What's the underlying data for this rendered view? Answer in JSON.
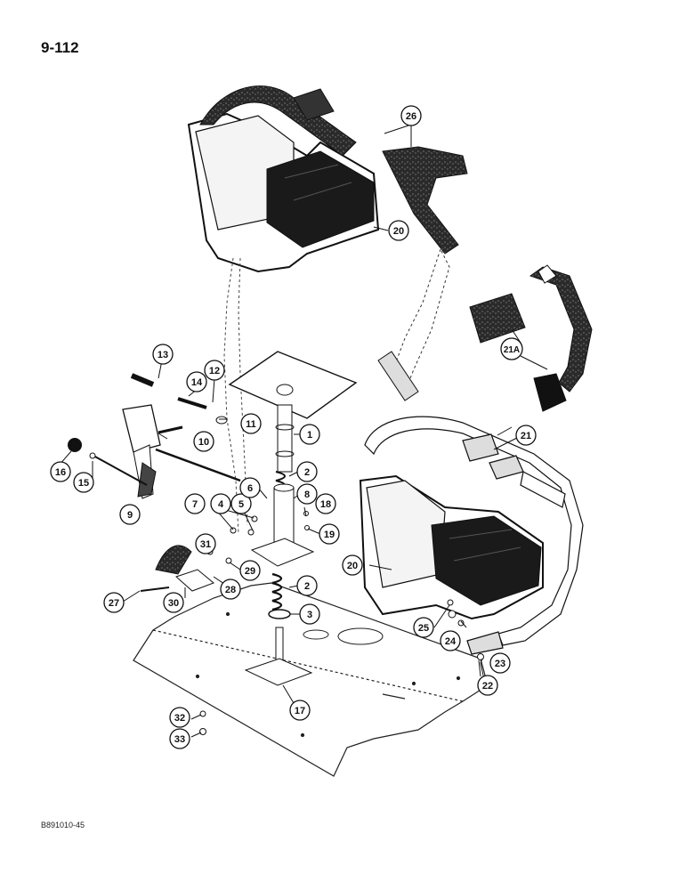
{
  "page_number": "9-112",
  "footer_code": "B891010-45",
  "callouts": [
    "1",
    "2",
    "2",
    "3",
    "4",
    "5",
    "6",
    "7",
    "8",
    "9",
    "10",
    "11",
    "12",
    "13",
    "14",
    "15",
    "16",
    "17",
    "18",
    "19",
    "20",
    "20",
    "21",
    "21A",
    "22",
    "23",
    "24",
    "25",
    "26",
    "27",
    "28",
    "29",
    "30",
    "31",
    "32",
    "33"
  ]
}
